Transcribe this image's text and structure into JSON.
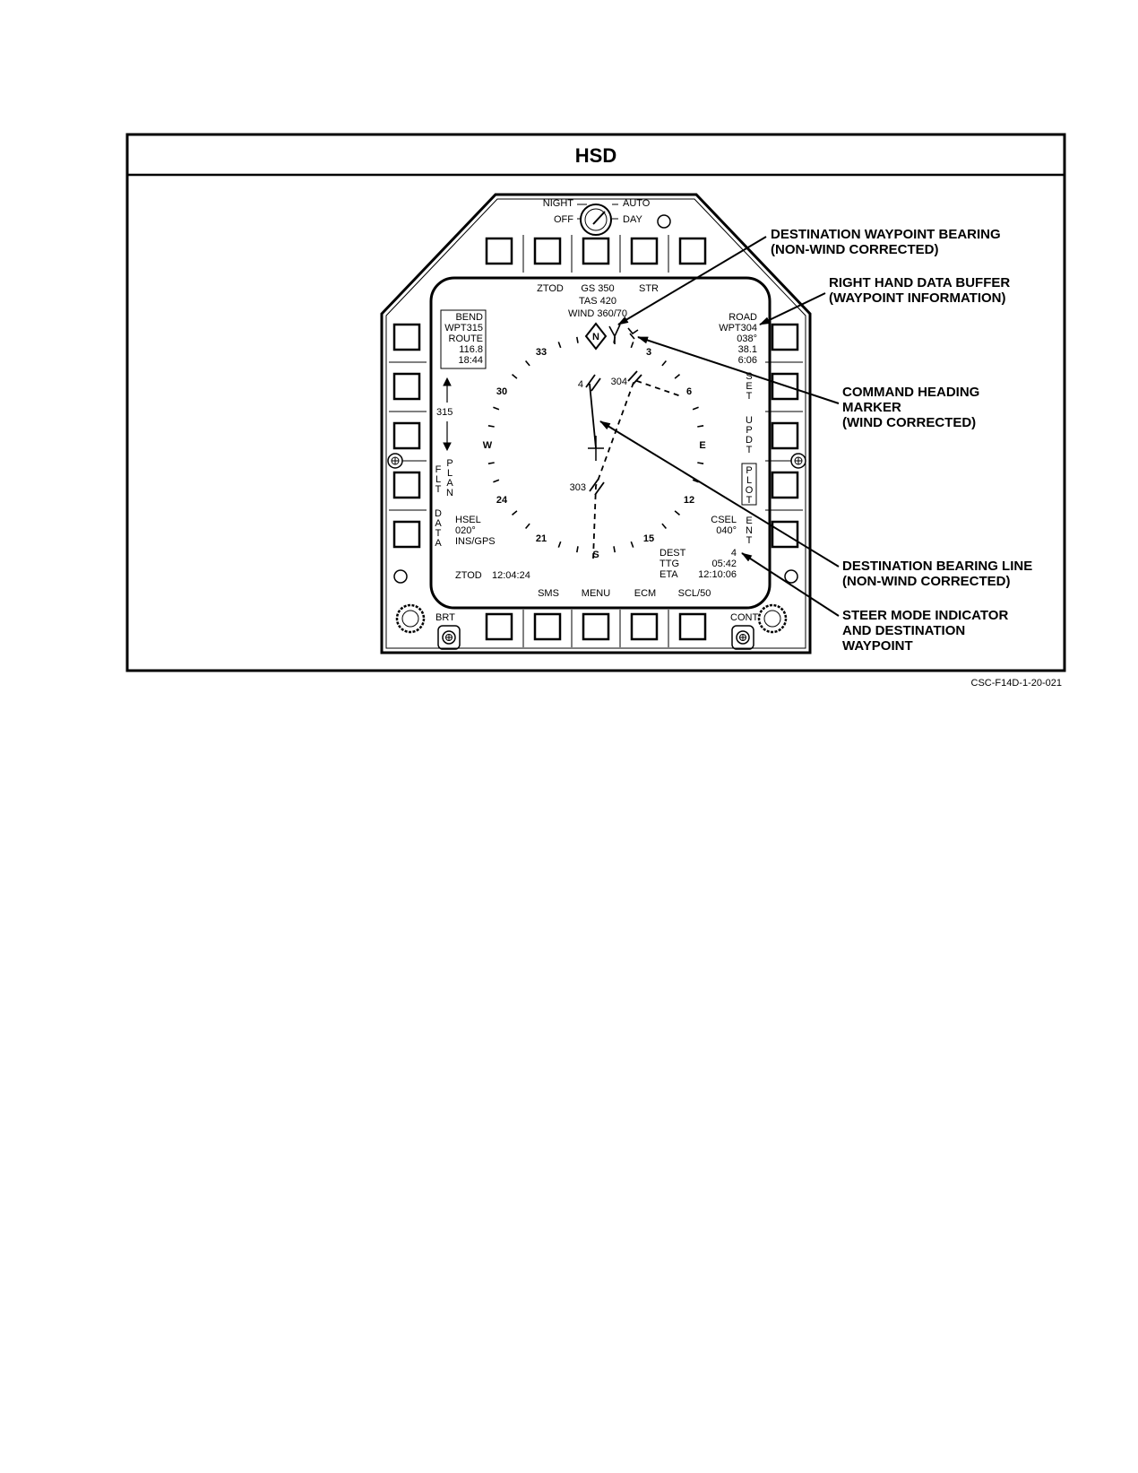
{
  "title": "HSD",
  "figure_id": "CSC-F14D-1-20-021",
  "knob_labels": {
    "night": "NIGHT",
    "off": "OFF",
    "auto": "AUTO",
    "day": "DAY"
  },
  "top_buttons": [
    "ZTOD",
    "GS 350",
    "STR"
  ],
  "top_data": {
    "tas": "TAS 420",
    "wind": "WIND 360/70"
  },
  "left_buffer": [
    "BEND",
    "WPT315",
    "ROUTE",
    "116.8",
    "18:44"
  ],
  "right_buffer": [
    "ROAD",
    "WPT304",
    "038°",
    "38.1",
    "6:06"
  ],
  "range_scale": "315",
  "left_vertical": {
    "flt": "FLT",
    "plan": "PLAN",
    "data": "DATA"
  },
  "right_vertical": {
    "set": "SET",
    "updt": "UPDT",
    "plot": "PLOT",
    "ent": "ENT"
  },
  "hsel": [
    "HSEL",
    "020°",
    "INS/GPS"
  ],
  "csel": [
    "CSEL",
    "040°"
  ],
  "dest_block": {
    "labels": [
      "DEST",
      "TTG",
      "ETA"
    ],
    "values": [
      "4",
      "05:42",
      "12:10:06"
    ]
  },
  "ztod": {
    "label": "ZTOD",
    "value": "12:04:24"
  },
  "bottom_buttons": [
    "SMS",
    "MENU",
    "ECM",
    "SCL/50"
  ],
  "brt": "BRT",
  "cont": "CONT",
  "compass": {
    "n": "N",
    "r3": "3",
    "r6": "6",
    "e": "E",
    "r12": "12",
    "r15": "15",
    "s": "S",
    "r21": "21",
    "r24": "24",
    "w": "W",
    "r30": "30",
    "r33": "33"
  },
  "waypoints": {
    "w4": "4",
    "w304": "304",
    "w303": "303"
  },
  "callouts": {
    "dest_bearing": [
      "DESTINATION WAYPOINT BEARING",
      "(NON-WIND CORRECTED)"
    ],
    "rh_buffer": [
      "RIGHT HAND DATA BUFFER",
      "(WAYPOINT INFORMATION)"
    ],
    "cmd_heading": [
      "COMMAND HEADING",
      "MARKER",
      "(WIND CORRECTED)"
    ],
    "bearing_line": [
      "DESTINATION BEARING LINE",
      "(NON-WIND CORRECTED)"
    ],
    "steer_mode": [
      "STEER MODE INDICATOR",
      "AND DESTINATION",
      "WAYPOINT"
    ]
  }
}
